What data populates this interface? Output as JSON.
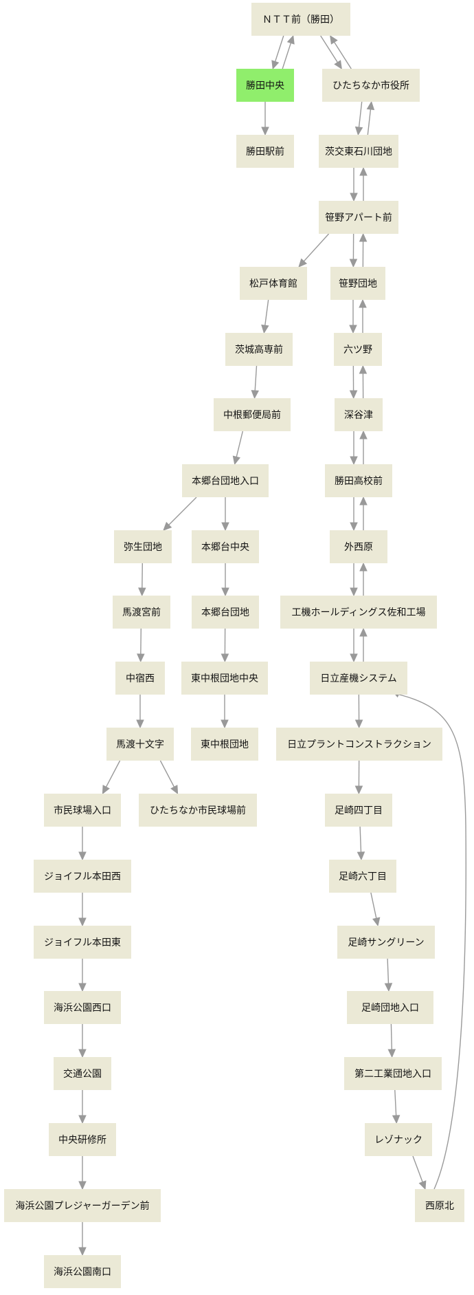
{
  "diagram": {
    "type": "bus-route-graph",
    "colors": {
      "node_fill": "#ebe9d6",
      "highlight_fill": "#90ee6c",
      "edge": "#999999",
      "background": "#ffffff"
    },
    "nodes": [
      {
        "id": "ntt",
        "label": "ＮＴＴ前（勝田）"
      },
      {
        "id": "katsuta_chuo",
        "label": "勝田中央",
        "highlight": true
      },
      {
        "id": "hitachinaka_shiyakusho",
        "label": "ひたちなか市役所"
      },
      {
        "id": "katsuta_eki",
        "label": "勝田駅前"
      },
      {
        "id": "ibako_higashi",
        "label": "茨交東石川団地"
      },
      {
        "id": "sasano_apart",
        "label": "笹野アパート前"
      },
      {
        "id": "matsudo",
        "label": "松戸体育館"
      },
      {
        "id": "sasano_danchi",
        "label": "笹野団地"
      },
      {
        "id": "ibaraki_kosen",
        "label": "茨城高専前"
      },
      {
        "id": "mutsuno",
        "label": "六ツ野"
      },
      {
        "id": "nakane_yubin",
        "label": "中根郵便局前"
      },
      {
        "id": "fukayatsu",
        "label": "深谷津"
      },
      {
        "id": "hongodai_iriguchi",
        "label": "本郷台団地入口"
      },
      {
        "id": "katsuta_koko",
        "label": "勝田高校前"
      },
      {
        "id": "yayoi",
        "label": "弥生団地"
      },
      {
        "id": "hongodai_chuo",
        "label": "本郷台中央"
      },
      {
        "id": "sotonishihara",
        "label": "外西原"
      },
      {
        "id": "mawatari_miyamae",
        "label": "馬渡宮前"
      },
      {
        "id": "hongodai_danchi",
        "label": "本郷台団地"
      },
      {
        "id": "koki",
        "label": "工機ホールディングス佐和工場"
      },
      {
        "id": "nakajuku_nishi",
        "label": "中宿西"
      },
      {
        "id": "higashinakane_chuo",
        "label": "東中根団地中央"
      },
      {
        "id": "hitachi_sanki",
        "label": "日立産機システム"
      },
      {
        "id": "mawatari_jumonji",
        "label": "馬渡十文字"
      },
      {
        "id": "higashinakane",
        "label": "東中根団地"
      },
      {
        "id": "hitachi_plant",
        "label": "日立プラントコンストラクション"
      },
      {
        "id": "shimin_iriguchi",
        "label": "市民球場入口"
      },
      {
        "id": "shimin_mae",
        "label": "ひたちなか市民球場前"
      },
      {
        "id": "ashizaki_4",
        "label": "足崎四丁目"
      },
      {
        "id": "joyful_nishi",
        "label": "ジョイフル本田西"
      },
      {
        "id": "ashizaki_6",
        "label": "足崎六丁目"
      },
      {
        "id": "joyful_higashi",
        "label": "ジョイフル本田東"
      },
      {
        "id": "ashizaki_sun",
        "label": "足崎サングリーン"
      },
      {
        "id": "kaihin_nishi",
        "label": "海浜公園西口"
      },
      {
        "id": "ashizaki_danchi",
        "label": "足崎団地入口"
      },
      {
        "id": "kotsu_koen",
        "label": "交通公園"
      },
      {
        "id": "daini_kogyo",
        "label": "第二工業団地入口"
      },
      {
        "id": "chuo_kenshu",
        "label": "中央研修所"
      },
      {
        "id": "resonac",
        "label": "レゾナック"
      },
      {
        "id": "kaihin_pleasure",
        "label": "海浜公園プレジャーガーデン前"
      },
      {
        "id": "nishihara_kita",
        "label": "西原北"
      },
      {
        "id": "kaihin_minami",
        "label": "海浜公園南口"
      }
    ],
    "edges": [
      {
        "from": "ntt",
        "to": "katsuta_chuo"
      },
      {
        "from": "katsuta_chuo",
        "to": "ntt"
      },
      {
        "from": "ntt",
        "to": "hitachinaka_shiyakusho"
      },
      {
        "from": "hitachinaka_shiyakusho",
        "to": "ntt"
      },
      {
        "from": "katsuta_chuo",
        "to": "katsuta_eki"
      },
      {
        "from": "hitachinaka_shiyakusho",
        "to": "ibako_higashi"
      },
      {
        "from": "ibako_higashi",
        "to": "hitachinaka_shiyakusho"
      },
      {
        "from": "ibako_higashi",
        "to": "sasano_apart"
      },
      {
        "from": "sasano_apart",
        "to": "ibako_higashi"
      },
      {
        "from": "sasano_apart",
        "to": "matsudo"
      },
      {
        "from": "sasano_apart",
        "to": "sasano_danchi"
      },
      {
        "from": "sasano_danchi",
        "to": "sasano_apart"
      },
      {
        "from": "matsudo",
        "to": "ibaraki_kosen"
      },
      {
        "from": "sasano_danchi",
        "to": "mutsuno"
      },
      {
        "from": "mutsuno",
        "to": "sasano_danchi"
      },
      {
        "from": "ibaraki_kosen",
        "to": "nakane_yubin"
      },
      {
        "from": "mutsuno",
        "to": "fukayatsu"
      },
      {
        "from": "fukayatsu",
        "to": "mutsuno"
      },
      {
        "from": "nakane_yubin",
        "to": "hongodai_iriguchi"
      },
      {
        "from": "fukayatsu",
        "to": "katsuta_koko"
      },
      {
        "from": "katsuta_koko",
        "to": "fukayatsu"
      },
      {
        "from": "hongodai_iriguchi",
        "to": "yayoi"
      },
      {
        "from": "hongodai_iriguchi",
        "to": "hongodai_chuo"
      },
      {
        "from": "katsuta_koko",
        "to": "sotonishihara"
      },
      {
        "from": "sotonishihara",
        "to": "katsuta_koko"
      },
      {
        "from": "yayoi",
        "to": "mawatari_miyamae"
      },
      {
        "from": "hongodai_chuo",
        "to": "hongodai_danchi"
      },
      {
        "from": "sotonishihara",
        "to": "koki"
      },
      {
        "from": "koki",
        "to": "sotonishihara"
      },
      {
        "from": "mawatari_miyamae",
        "to": "nakajuku_nishi"
      },
      {
        "from": "hongodai_danchi",
        "to": "higashinakane_chuo"
      },
      {
        "from": "koki",
        "to": "hitachi_sanki"
      },
      {
        "from": "hitachi_sanki",
        "to": "koki"
      },
      {
        "from": "nakajuku_nishi",
        "to": "mawatari_jumonji"
      },
      {
        "from": "higashinakane_chuo",
        "to": "higashinakane"
      },
      {
        "from": "hitachi_sanki",
        "to": "hitachi_plant"
      },
      {
        "from": "mawatari_jumonji",
        "to": "shimin_iriguchi"
      },
      {
        "from": "mawatari_jumonji",
        "to": "shimin_mae"
      },
      {
        "from": "hitachi_plant",
        "to": "ashizaki_4"
      },
      {
        "from": "shimin_iriguchi",
        "to": "joyful_nishi"
      },
      {
        "from": "ashizaki_4",
        "to": "ashizaki_6"
      },
      {
        "from": "joyful_nishi",
        "to": "joyful_higashi"
      },
      {
        "from": "ashizaki_6",
        "to": "ashizaki_sun"
      },
      {
        "from": "joyful_higashi",
        "to": "kaihin_nishi"
      },
      {
        "from": "ashizaki_sun",
        "to": "ashizaki_danchi"
      },
      {
        "from": "kaihin_nishi",
        "to": "kotsu_koen"
      },
      {
        "from": "ashizaki_danchi",
        "to": "daini_kogyo"
      },
      {
        "from": "kotsu_koen",
        "to": "chuo_kenshu"
      },
      {
        "from": "daini_kogyo",
        "to": "resonac"
      },
      {
        "from": "chuo_kenshu",
        "to": "kaihin_pleasure"
      },
      {
        "from": "resonac",
        "to": "nishihara_kita"
      },
      {
        "from": "kaihin_pleasure",
        "to": "kaihin_minami"
      },
      {
        "from": "nishihara_kita",
        "to": "hitachi_sanki"
      }
    ]
  }
}
